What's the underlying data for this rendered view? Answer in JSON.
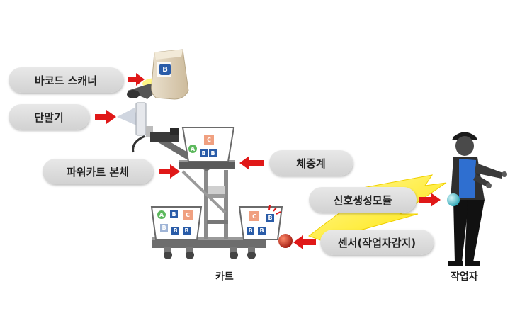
{
  "labels": {
    "barcode_scanner": "바코드 스캐너",
    "terminal": "단말기",
    "power_cart_body": "파워카트 본체",
    "scale": "체중계",
    "signal_module": "신호생성모듈",
    "sensor": "센서(작업자감지)",
    "cart": "카트",
    "worker": "작업자"
  },
  "item_letters": {
    "bag": "B",
    "box_a": "A",
    "box_b": "B",
    "box_c": "C"
  },
  "colors": {
    "arrow": "#e01818",
    "pill": "#dcdcdc",
    "lightning": "#ffee33",
    "badge_a": "#5cb85c",
    "badge_b": "#2a5ca8",
    "badge_c": "#f0a080",
    "sensor_ball": "#c0392b",
    "worker_vest": "#2f6fd0"
  }
}
